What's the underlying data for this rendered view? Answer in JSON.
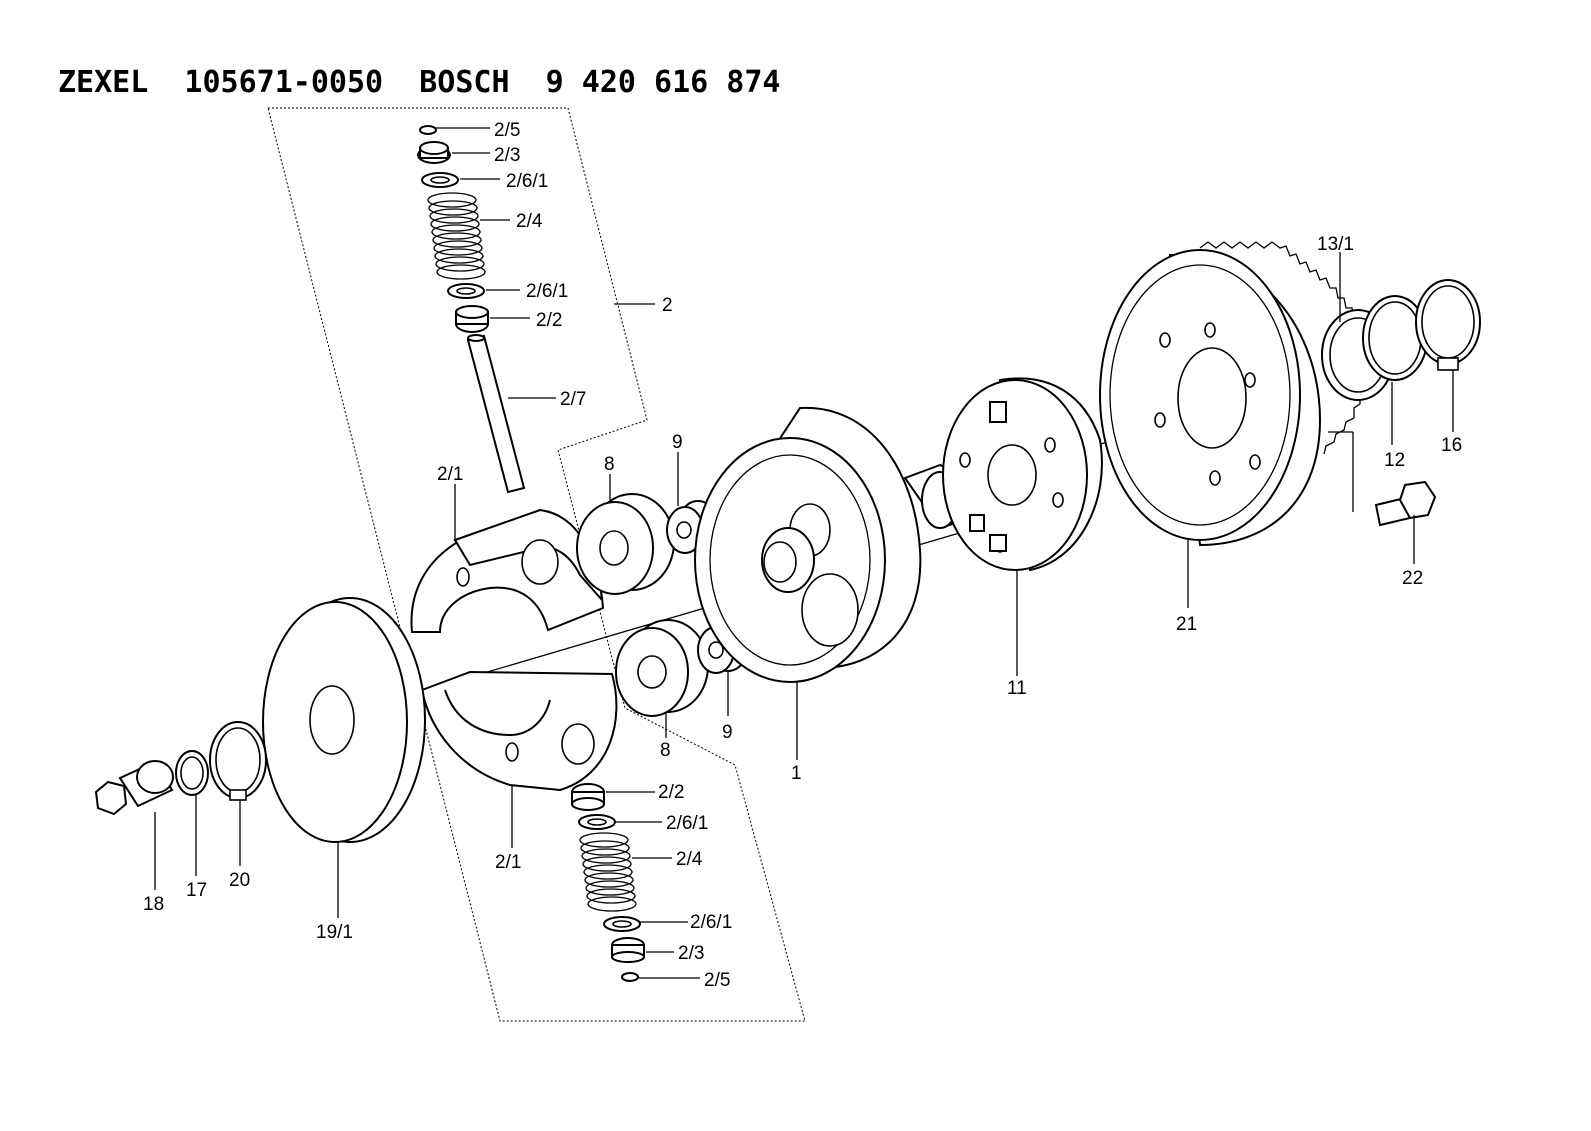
{
  "title": "ZEXEL  105671-0050  BOSCH  9 420 616 874",
  "labels": {
    "p2_5_top": "2/5",
    "p2_3_top": "2/3",
    "p2_6_1_top_a": "2/6/1",
    "p2_4_top": "2/4",
    "p2_6_1_top_b": "2/6/1",
    "p2_2_top": "2/2",
    "p2": "2",
    "p2_7": "2/7",
    "p2_1_top": "2/1",
    "p8_top": "8",
    "p9_top": "9",
    "p13_1": "13/1",
    "p12": "12",
    "p16": "16",
    "p22": "22",
    "p21": "21",
    "p11": "11",
    "p1": "1",
    "p8_bottom": "8",
    "p9_bottom": "9",
    "p2_2_bottom": "2/2",
    "p2_6_1_bottom_a": "2/6/1",
    "p2_4_bottom": "2/4",
    "p2_6_1_bottom_b": "2/6/1",
    "p2_3_bottom": "2/3",
    "p2_5_bottom": "2/5",
    "p2_1_bottom": "2/1",
    "p18": "18",
    "p17": "17",
    "p20": "20",
    "p19_1": "19/1"
  }
}
